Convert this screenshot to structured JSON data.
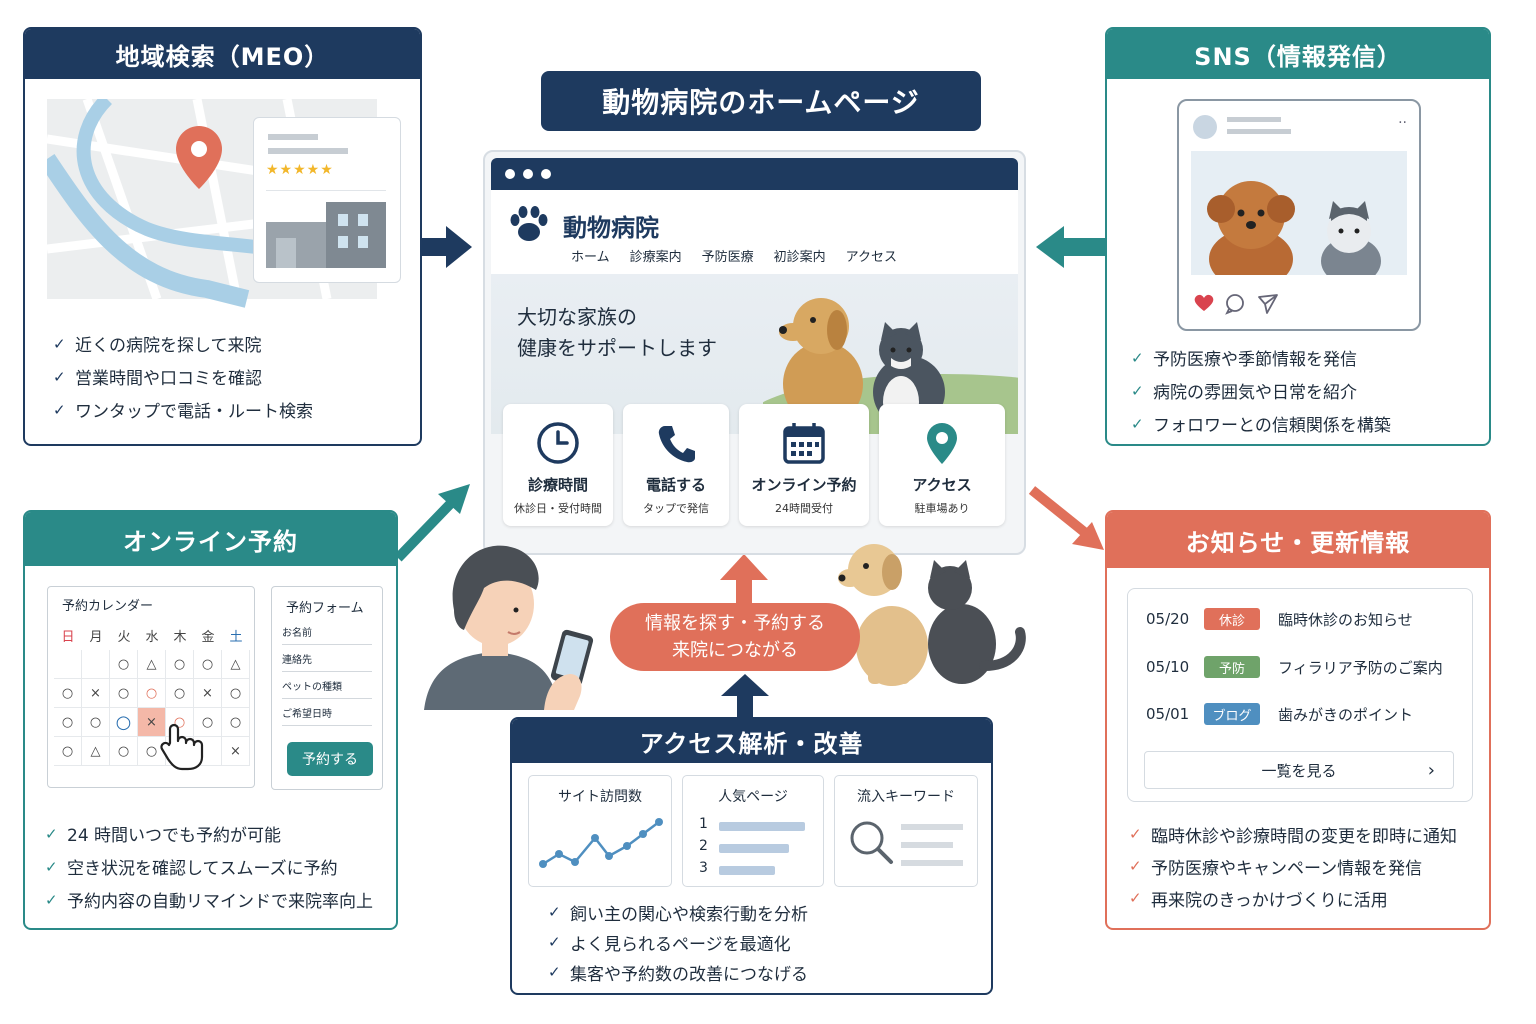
{
  "main_title": "動物病院のホームページ",
  "meo": {
    "title": "地域検索（MEO）",
    "stars": "★★★★★",
    "checks": [
      "近くの病院を探して来院",
      "営業時間や口コミを確認",
      "ワンタップで電話・ルート検索"
    ]
  },
  "sns": {
    "title": "SNS（情報発信）",
    "checks": [
      "予防医療や季節情報を発信",
      "病院の雰囲気や日常を紹介",
      "フォロワーとの信頼関係を構築"
    ]
  },
  "website": {
    "name": "動物病院",
    "nav": [
      "ホーム",
      "診療案内",
      "予防医療",
      "初診案内",
      "アクセス"
    ],
    "hero": [
      "大切な家族の",
      "健康をサポートします"
    ],
    "features": [
      {
        "title": "診療時間",
        "sub": "休診日・受付時間",
        "icon": "clock-icon"
      },
      {
        "title": "電話する",
        "sub": "タップで発信",
        "icon": "phone-icon"
      },
      {
        "title": "オンライン予約",
        "sub": "24時間受付",
        "icon": "calendar-icon"
      },
      {
        "title": "アクセス",
        "sub": "駐車場あり",
        "icon": "map-pin-icon"
      }
    ]
  },
  "booking": {
    "title": "オンライン予約",
    "calendar_title": "予約カレンダー",
    "weekdays": [
      "日",
      "月",
      "火",
      "水",
      "木",
      "金",
      "土"
    ],
    "rows": [
      [
        "",
        "",
        "○",
        "△",
        "○",
        "○",
        "△"
      ],
      [
        "○",
        "×",
        "○",
        "○",
        "○",
        "×",
        "○"
      ],
      [
        "○",
        "○",
        "○",
        "×",
        "○",
        "○",
        "○"
      ],
      [
        "○",
        "△",
        "○",
        "○",
        "",
        "",
        "×"
      ]
    ],
    "form_title": "予約フォーム",
    "form_fields": [
      "お名前",
      "連絡先",
      "ペットの種類",
      "ご希望日時"
    ],
    "form_button": "予約する",
    "checks": [
      "24 時間いつでも予約が可能",
      "空き状況を確認してスムーズに予約",
      "予約内容の自動リマインドで来院率向上"
    ]
  },
  "news": {
    "title": "お知らせ・更新情報",
    "items": [
      {
        "date": "05/20",
        "tag": "休診",
        "color": "#e0705a",
        "text": "臨時休診のお知らせ"
      },
      {
        "date": "05/10",
        "tag": "予防",
        "color": "#6fa36a",
        "text": "フィラリア予防のご案内"
      },
      {
        "date": "05/01",
        "tag": "ブログ",
        "color": "#4f8fc0",
        "text": "歯みがきのポイント"
      }
    ],
    "more": "一覧を見る",
    "checks": [
      "臨時休診や診療時間の変更を即時に通知",
      "予防医療やキャンペーン情報を発信",
      "再来院のきっかけづくりに活用"
    ]
  },
  "info_pill": [
    "情報を探す・予約する",
    "来院につながる"
  ],
  "analytics": {
    "title": "アクセス解析・改善",
    "panels": [
      "サイト訪問数",
      "人気ページ",
      "流入キーワード"
    ],
    "ranks": [
      "1",
      "2",
      "3"
    ],
    "checks": [
      "飼い主の関心や検索行動を分析",
      "よく見られるページを最適化",
      "集客や予約数の改善につなげる"
    ]
  },
  "colors": {
    "navy": "#1e3a5f",
    "teal": "#2a8a88",
    "coral": "#e0705a"
  }
}
